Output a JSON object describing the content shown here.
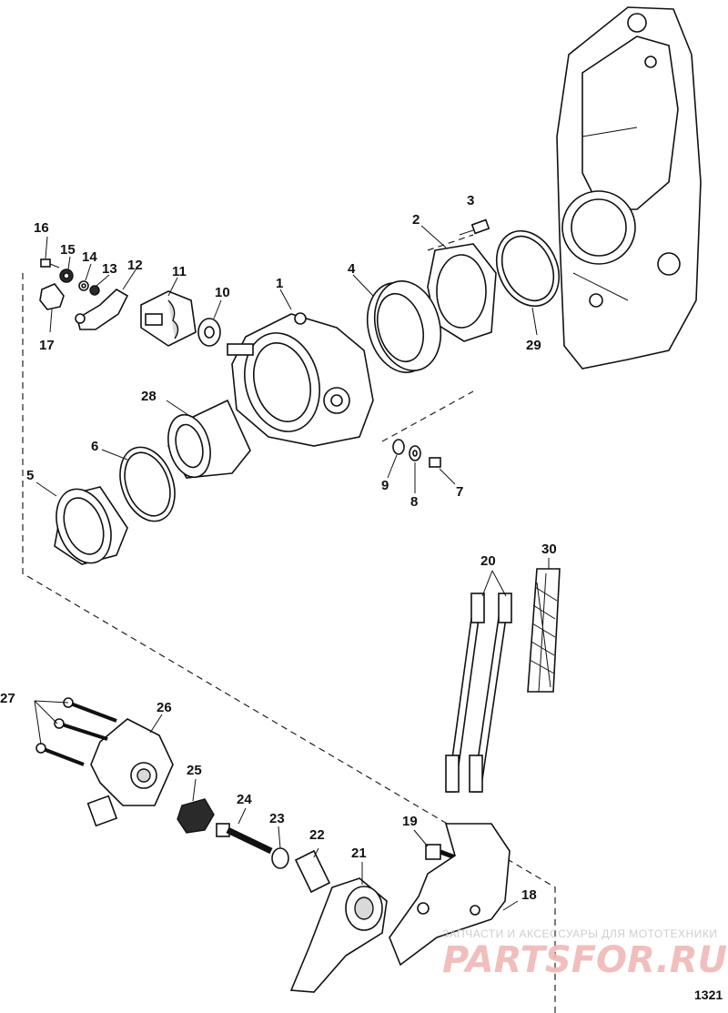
{
  "figure_number": "1321",
  "watermark": {
    "tagline": "ЗАПЧАСТИ И АКСЕССУАРЫ ДЛЯ МОТОТЕХНИКИ",
    "logo": "PARTSFOR.RU"
  },
  "callouts": {
    "c1": "1",
    "c2": "2",
    "c3": "3",
    "c4": "4",
    "c5": "5",
    "c6": "6",
    "c7": "7",
    "c8": "8",
    "c9": "9",
    "c10": "10",
    "c11": "11",
    "c12": "12",
    "c13": "13",
    "c14": "14",
    "c15": "15",
    "c16": "16",
    "c17": "17",
    "c18": "18",
    "c19": "19",
    "c20": "20",
    "c21": "21",
    "c22": "22",
    "c23": "23",
    "c24": "24",
    "c25": "25",
    "c26": "26",
    "c27": "27",
    "c28": "28",
    "c29": "29",
    "c30": "30"
  }
}
